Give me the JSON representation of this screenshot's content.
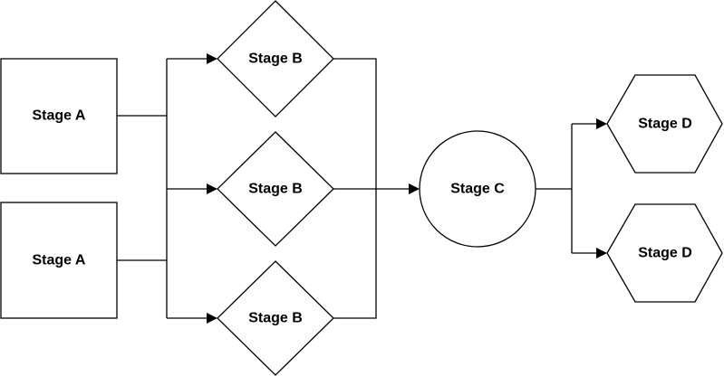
{
  "nodes": {
    "stage_a_top": "Stage A",
    "stage_a_bottom": "Stage A",
    "stage_b_top": "Stage B",
    "stage_b_middle": "Stage B",
    "stage_b_bottom": "Stage B",
    "stage_c": "Stage C",
    "stage_d_top": "Stage D",
    "stage_d_bottom": "Stage D"
  },
  "colors": {
    "stroke": "#000000",
    "fill": "#ffffff",
    "text": "#000000"
  }
}
